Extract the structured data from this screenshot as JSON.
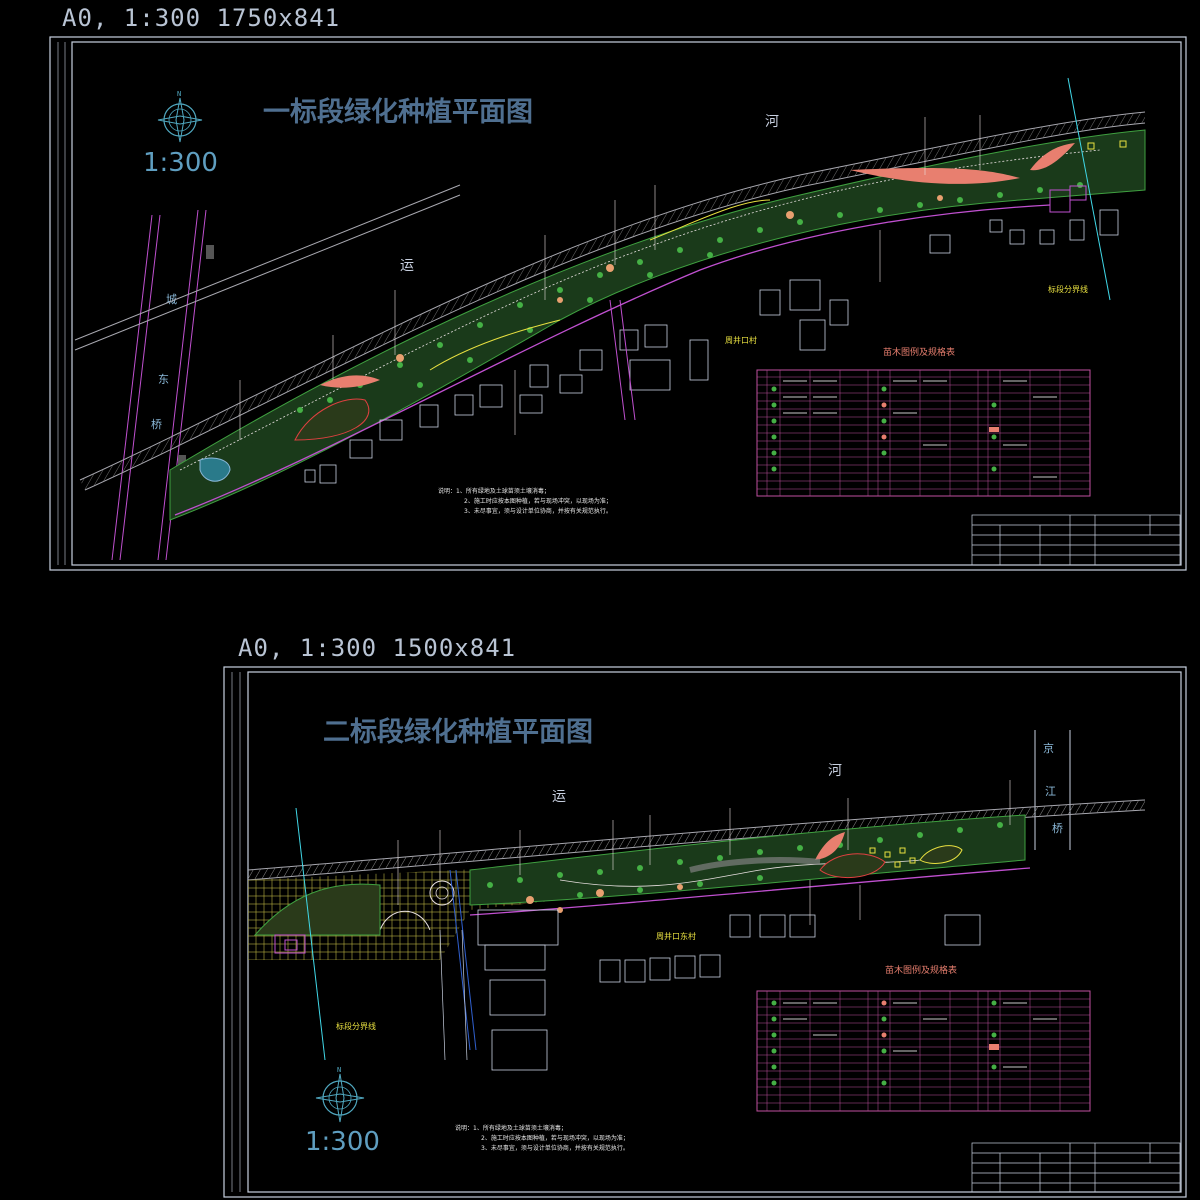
{
  "colors": {
    "frame": "#c8d0e0",
    "title": "#4f6f90",
    "road": "#a8a8b0",
    "magenta": "#c050d0",
    "green": "#3fa040",
    "pink": "#e87f6f",
    "yellow": "#e8e040",
    "cyan": "#40d8e8",
    "table_border": "#c050a0"
  },
  "sheet1": {
    "size_label": "A0, 1:300  1750x841",
    "title": "一标段绿化种植平面图",
    "scale": "1:300",
    "north_label": "N",
    "labels": {
      "river_yun": "运",
      "river_he": "河",
      "bridge": [
        "城",
        "东",
        "桥"
      ],
      "village": "周井口村",
      "boundary": "标段分界线"
    },
    "legend_title": "苗木图例及规格表",
    "notes": [
      "说明：1、所有绿地及土球苗须土壤消毒；",
      "2、施工时应按本图种植，若与现场冲突，以现场为准；",
      "3、未尽事宜，须与设计单位协商，并按有关规范执行。"
    ]
  },
  "sheet2": {
    "size_label": "A0, 1:300   1500x841",
    "title": "二标段绿化种植平面图",
    "scale": "1:300",
    "north_label": "N",
    "labels": {
      "river_yun": "运",
      "river_he": "河",
      "bridge": [
        "京",
        "江",
        "桥"
      ],
      "village": "周井口东村",
      "boundary": "标段分界线"
    },
    "legend_title": "苗木图例及规格表",
    "notes": [
      "说明：1、所有绿地及土球苗须土壤消毒；",
      "2、施工时应按本图种植，若与现场冲突，以现场为准；",
      "3、未尽事宜，须与设计单位协商，并按有关规范执行。"
    ]
  }
}
